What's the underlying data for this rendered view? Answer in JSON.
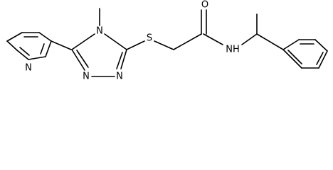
{
  "molecule": {
    "atom_labels": {
      "pyridine_n": "N",
      "triazole_n4": "N",
      "triazole_n1": "N",
      "triazole_n2": "N",
      "methyl_mark": "methyl",
      "sulfur": "S",
      "carbonyl_o": "O",
      "amide_nh": "NH"
    }
  }
}
